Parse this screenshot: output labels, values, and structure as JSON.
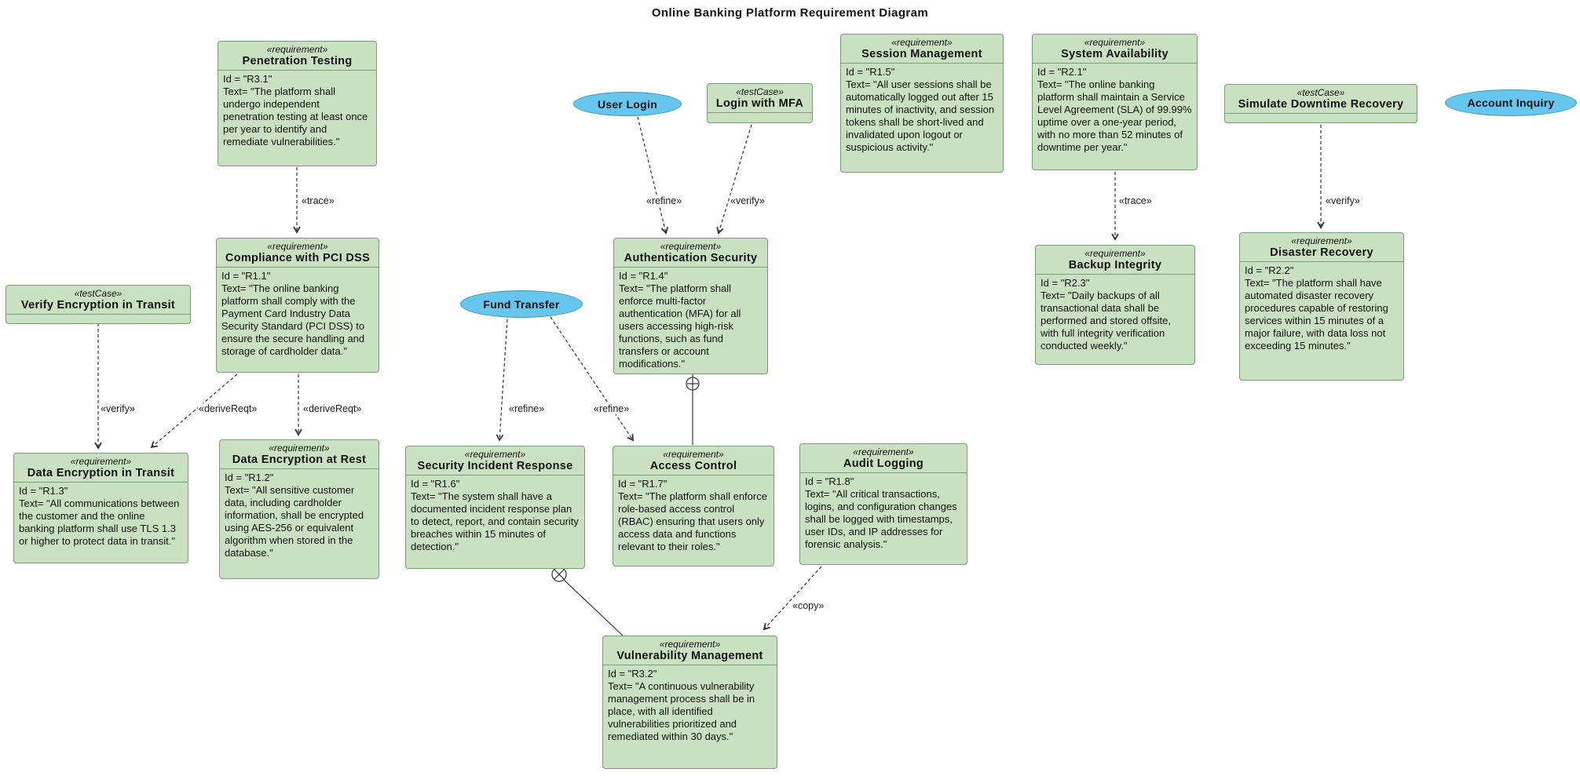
{
  "title": "Online Banking Platform Requirement Diagram",
  "colors": {
    "node_fill": "#cae1c1",
    "node_border": "#7a9a7a",
    "element_fill": "#66c6ee",
    "element_border": "#3a94ba",
    "edge": "#333333",
    "text": "#111111"
  },
  "nodes": {
    "penetration_testing": {
      "stereotype": "«requirement»",
      "name": "Penetration Testing",
      "id": "Id = \"R3.1\"",
      "text": "Text= \"The platform shall undergo independent penetration testing at least once per year to identify and remediate vulnerabilities.\""
    },
    "compliance_pci": {
      "stereotype": "«requirement»",
      "name": "Compliance with PCI DSS",
      "id": "Id = \"R1.1\"",
      "text": "Text= \"The online banking platform shall comply with the Payment Card Industry Data Security Standard (PCI DSS) to ensure the secure handling and storage of cardholder data.\""
    },
    "verify_encryption_in_transit": {
      "stereotype": "«testCase»",
      "name": "Verify Encryption in Transit"
    },
    "data_encryption_in_transit": {
      "stereotype": "«requirement»",
      "name": "Data Encryption in Transit",
      "id": "Id = \"R1.3\"",
      "text": "Text= \"All communications between the customer and the online banking platform shall use TLS 1.3 or higher to protect data in transit.\""
    },
    "data_encryption_at_rest": {
      "stereotype": "«requirement»",
      "name": "Data Encryption at Rest",
      "id": "Id = \"R1.2\"",
      "text": "Text= \"All sensitive customer data, including cardholder information, shall be encrypted using AES-256 or equivalent algorithm when stored in the database.\""
    },
    "user_login": {
      "label": "User Login"
    },
    "login_with_mfa": {
      "stereotype": "«testCase»",
      "name": "Login with MFA"
    },
    "authentication_security": {
      "stereotype": "«requirement»",
      "name": "Authentication Security",
      "id": "Id = \"R1.4\"",
      "text": "Text= \"The platform shall enforce multi-factor authentication (MFA) for all users accessing high-risk functions, such as fund transfers or account modifications.\""
    },
    "session_management": {
      "stereotype": "«requirement»",
      "name": "Session Management",
      "id": "Id = \"R1.5\"",
      "text": "Text= \"All user sessions shall be automatically logged out after 15 minutes of inactivity, and session tokens shall be short-lived and invalidated upon logout or suspicious activity.\""
    },
    "system_availability": {
      "stereotype": "«requirement»",
      "name": "System Availability",
      "id": "Id = \"R2.1\"",
      "text": "Text= \"The online banking platform shall maintain a Service Level Agreement (SLA) of 99.99% uptime over a one-year period, with no more than 52 minutes of downtime per year.\""
    },
    "simulate_downtime_recovery": {
      "stereotype": "«testCase»",
      "name": "Simulate Downtime Recovery"
    },
    "account_inquiry": {
      "label": "Account Inquiry"
    },
    "backup_integrity": {
      "stereotype": "«requirement»",
      "name": "Backup Integrity",
      "id": "Id = \"R2.3\"",
      "text": "Text= \"Daily backups of all transactional data shall be performed and stored offsite, with full integrity verification conducted weekly.\""
    },
    "disaster_recovery": {
      "stereotype": "«requirement»",
      "name": "Disaster Recovery",
      "id": "Id = \"R2.2\"",
      "text": "Text= \"The platform shall have automated disaster recovery procedures capable of restoring services within 15 minutes of a major failure, with data loss not exceeding 15 minutes.\""
    },
    "fund_transfer": {
      "label": "Fund Transfer"
    },
    "security_incident_response": {
      "stereotype": "«requirement»",
      "name": "Security Incident Response",
      "id": "Id = \"R1.6\"",
      "text": "Text= \"The system shall have a documented incident response plan to detect, report, and contain security breaches within 15 minutes of detection.\""
    },
    "access_control": {
      "stereotype": "«requirement»",
      "name": "Access Control",
      "id": "Id = \"R1.7\"",
      "text": "Text= \"The platform shall enforce role-based access control (RBAC) ensuring that users only access data and functions relevant to their roles.\""
    },
    "audit_logging": {
      "stereotype": "«requirement»",
      "name": "Audit Logging",
      "id": "Id = \"R1.8\"",
      "text": "Text= \"All critical transactions, logins, and configuration changes shall be logged with timestamps, user IDs, and IP addresses for forensic analysis.\""
    },
    "vulnerability_management": {
      "stereotype": "«requirement»",
      "name": "Vulnerability Management",
      "id": "Id = \"R3.2\"",
      "text": "Text= \"A continuous vulnerability management process shall be in place, with all identified vulnerabilities prioritized and remediated within 30 days.\""
    }
  },
  "edge_labels": {
    "trace_pt_pci": "«trace»",
    "verify_encryption": "«verify»",
    "derive_transit": "«deriveReqt»",
    "derive_rest": "«deriveReqt»",
    "refine_login": "«refine»",
    "verify_mfa": "«verify»",
    "trace_availability": "«trace»",
    "verify_downtime": "«verify»",
    "refine_incident": "«refine»",
    "refine_access": "«refine»",
    "copy_vuln": "«copy»"
  }
}
